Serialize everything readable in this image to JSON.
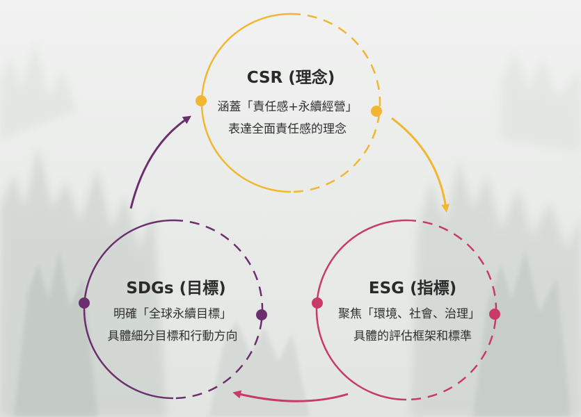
{
  "colors": {
    "csr": "#f2b630",
    "esg": "#c93a66",
    "sdgs": "#6b2f6e",
    "text": "#2a2a2a"
  },
  "nodes": {
    "csr": {
      "title": "CSR (理念)",
      "line1": "涵蓋「責任感+永續經營」",
      "line2": "表達全面責任感的理念"
    },
    "esg": {
      "title": "ESG  (指標)",
      "line1": "聚焦「環境、社會、治理」",
      "line2": "具體的評估框架和標準"
    },
    "sdgs": {
      "title": "SDGs  (目標)",
      "line1": "明確「全球永續目標」",
      "line2": "具體細分目標和行動方向"
    }
  }
}
